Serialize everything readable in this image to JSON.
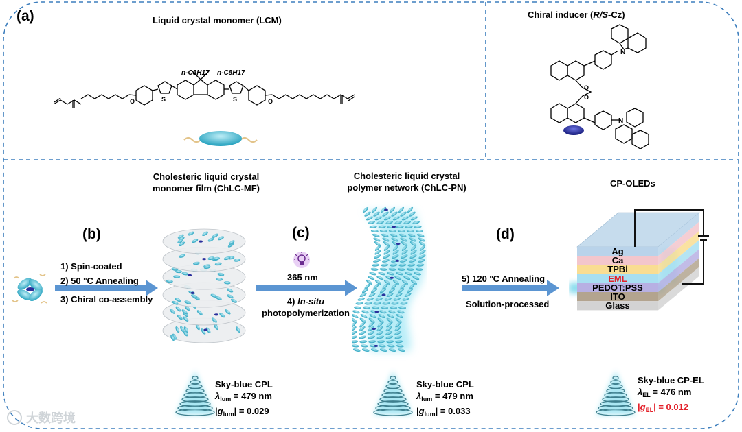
{
  "panel_a": {
    "label": "(a)",
    "lcm_title": "Liquid crystal monomer (LCM)",
    "substituent_1": "n-C8H17",
    "substituent_2": "n-C8H17",
    "chiral_title_pre": "Chiral inducer (",
    "chiral_title_italic": "R/S",
    "chiral_title_post": "-Cz)",
    "atom_N": "N",
    "atom_O": "O",
    "atom_S": "S"
  },
  "panel_b": {
    "label": "(b)",
    "steps": [
      "1) Spin-coated",
      "2) 50 °C Annealing",
      "3) Chiral co-assembly"
    ],
    "film_title": [
      "Cholesteric liquid crystal",
      "monomer film (ChLC-MF)"
    ],
    "cpl_title": "Sky-blue CPL",
    "cpl_lambda_sub": "lum",
    "cpl_lambda_value": "= 479 nm",
    "cpl_g_sub": "lum",
    "cpl_g_value": "| = 0.029"
  },
  "panel_c": {
    "label": "(c)",
    "uv": "365 nm",
    "step_num": "4) ",
    "step_italic": "In-situ",
    "step_line2": "photopolymerization",
    "network_title": [
      "Cholesteric liquid crystal",
      "polymer network (ChLC-PN)"
    ],
    "cpl_title": "Sky-blue CPL",
    "cpl_lambda_sub": "lum",
    "cpl_lambda_value": "= 479 nm",
    "cpl_g_sub": "lum",
    "cpl_g_value": "| = 0.033"
  },
  "panel_d": {
    "label": "(d)",
    "step1": "5) 120 °C Annealing",
    "step2": "Solution-processed",
    "device_title": "CP-OLEDs",
    "layers": [
      {
        "name": "Ag",
        "color": "#b9d3ea"
      },
      {
        "name": "Ca",
        "color": "#f3c6cc"
      },
      {
        "name": "TPBi",
        "color": "#f9dd92"
      },
      {
        "name": "EML",
        "color": "#a8dff1"
      },
      {
        "name": "PEDOT:PSS",
        "color": "#b7b0e3"
      },
      {
        "name": "ITO",
        "color": "#b3a48f"
      },
      {
        "name": "Glass",
        "color": "#d3d3d3"
      }
    ],
    "el_title": "Sky-blue CP-EL",
    "el_lambda_sub": "EL",
    "el_lambda_value": "= 476 nm",
    "el_g_sub": "EL",
    "el_g_value": "| = 0.012"
  },
  "watermark": "大数跨境",
  "colors": {
    "dash_border": "#3d7ebd",
    "arrow": "#5b95d2",
    "mesogen": "#4cb7cc",
    "chiral": "#2a2f9c",
    "eml_text": "#e3202a",
    "glow": "#72d6ea"
  }
}
